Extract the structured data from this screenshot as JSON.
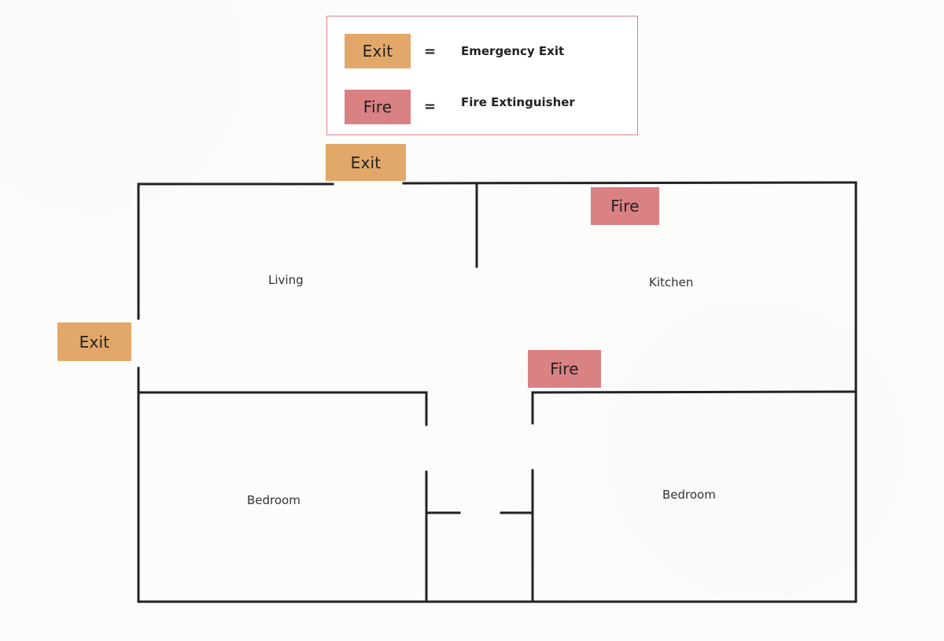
{
  "legend": {
    "exit": {
      "tag": "Exit",
      "equals": "=",
      "description": "Emergency Exit"
    },
    "fire": {
      "tag": "Fire",
      "equals": "=",
      "description": "Fire Extinguisher"
    }
  },
  "plan": {
    "rooms": {
      "living": "Living",
      "kitchen": "Kitchen",
      "bedroom_left": "Bedroom",
      "bedroom_right": "Bedroom"
    },
    "markers": {
      "exit_top": "Exit",
      "exit_left": "Exit",
      "fire_kitchen": "Fire",
      "fire_hall": "Fire"
    }
  },
  "colors": {
    "exit": "#e2a86a",
    "fire": "#d98183",
    "wall": "#222222",
    "legend_border": "#d8848a"
  }
}
